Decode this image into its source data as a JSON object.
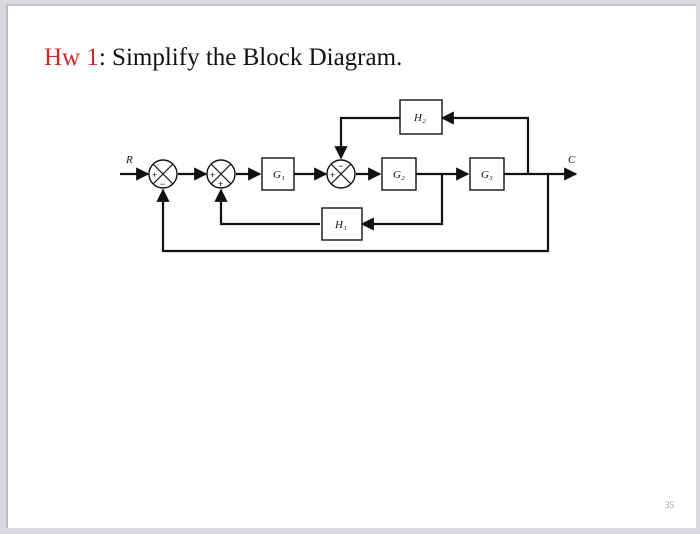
{
  "slide": {
    "title_prefix": "Hw 1",
    "title_rest": ": Simplify the Block Diagram.",
    "page_number": "35"
  },
  "diagram": {
    "input_label": "R",
    "output_label": "C",
    "blocks": {
      "g1": "G₁",
      "g2": "G₂",
      "g3": "G₃",
      "h1": "H₁",
      "h2": "H₂"
    },
    "signs": {
      "s1_left": "+",
      "s1_bottom": "−",
      "s2_left": "+",
      "s2_bottom": "+",
      "s3_left": "+",
      "s3_top": "−"
    }
  }
}
